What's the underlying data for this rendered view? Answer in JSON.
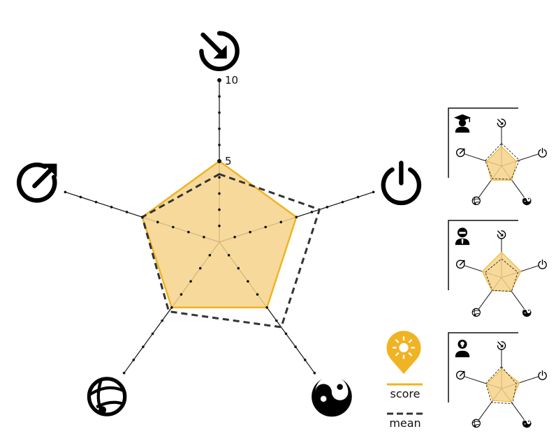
{
  "chart_data": {
    "type": "radar",
    "axes": [
      {
        "icon": "timer-arrow-icon"
      },
      {
        "icon": "power-icon"
      },
      {
        "icon": "yin-yang-icon"
      },
      {
        "icon": "network-globe-icon"
      },
      {
        "icon": "export-arrow-icon"
      }
    ],
    "range": [
      0,
      10
    ],
    "tick_labels": [
      "5",
      "10"
    ],
    "series": [
      {
        "name": "score",
        "values": [
          5.0,
          5.0,
          5.0,
          5.0,
          5.0
        ],
        "color": "#f0b323",
        "fill": "#f6d48a",
        "style": "solid"
      },
      {
        "name": "mean",
        "values": [
          4.2,
          6.5,
          6.5,
          5.3,
          5.0
        ],
        "color": "#333333",
        "style": "dashed"
      }
    ],
    "legend": {
      "position": "bottom-right",
      "icon": "sun-badge-icon"
    },
    "small_multiples": [
      {
        "icon": "graduate-person-icon",
        "score": [
          5.0,
          4.0,
          4.5,
          4.5,
          4.0
        ],
        "mean": [
          5.8,
          4.8,
          4.2,
          4.0,
          4.4
        ]
      },
      {
        "icon": "office-person-icon",
        "score": [
          6.5,
          5.2,
          4.2,
          4.2,
          5.2
        ],
        "mean": [
          4.8,
          4.4,
          4.4,
          4.0,
          4.4
        ]
      },
      {
        "icon": "idea-person-icon",
        "score": [
          5.0,
          4.8,
          4.2,
          3.8,
          4.0
        ],
        "mean": [
          5.6,
          4.0,
          4.8,
          4.4,
          4.2
        ]
      }
    ]
  }
}
